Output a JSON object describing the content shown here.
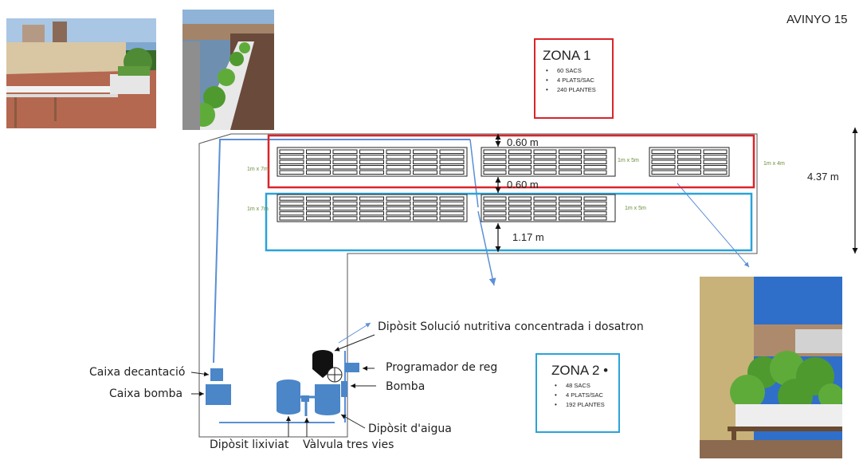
{
  "header": {
    "title": "AVINYO 15"
  },
  "zone1": {
    "title": "ZONA 1",
    "items": [
      "60 SACS",
      "4 PLATS/SAC",
      "240 PLANTES"
    ]
  },
  "zone2": {
    "title": "ZONA 2 •",
    "items": [
      "48 SACS",
      "4 PLATS/SAC",
      "192 PLANTES"
    ]
  },
  "dimensions": {
    "gap_top": "0.60 m",
    "gap_middle": "0.60 m",
    "bottom_clearance": "1.17 m",
    "total_height": "4.37 m"
  },
  "bed_labels": {
    "row1_left": "1m x 7m",
    "row1_mid": "1m x 5m",
    "row1_right": "1m x 4m",
    "row2_left": "1m x 7m",
    "row2_right": "1m x 5m"
  },
  "components": {
    "caixa_decantacio": "Caixa decantació",
    "caixa_bomba": "Caixa bomba",
    "diposit_solucio": "Dipòsit Solució nutritiva concentrada i dosatron",
    "programador": "Programador de reg",
    "bomba": "Bomba",
    "diposit_aigua": "Dipòsit d'aigua",
    "diposit_lixiviat": "Dipòsit lixiviat",
    "valvula": "Vàlvula tres vies"
  },
  "colors": {
    "zone1_red": "#d9252a",
    "zone2_blue": "#2aa3d9",
    "pipe_blue": "#5b8fd6",
    "component_blue": "#4a86c8"
  },
  "icons": [
    "photo-rooftop-1",
    "photo-rooftop-2",
    "photo-rooftop-3"
  ]
}
